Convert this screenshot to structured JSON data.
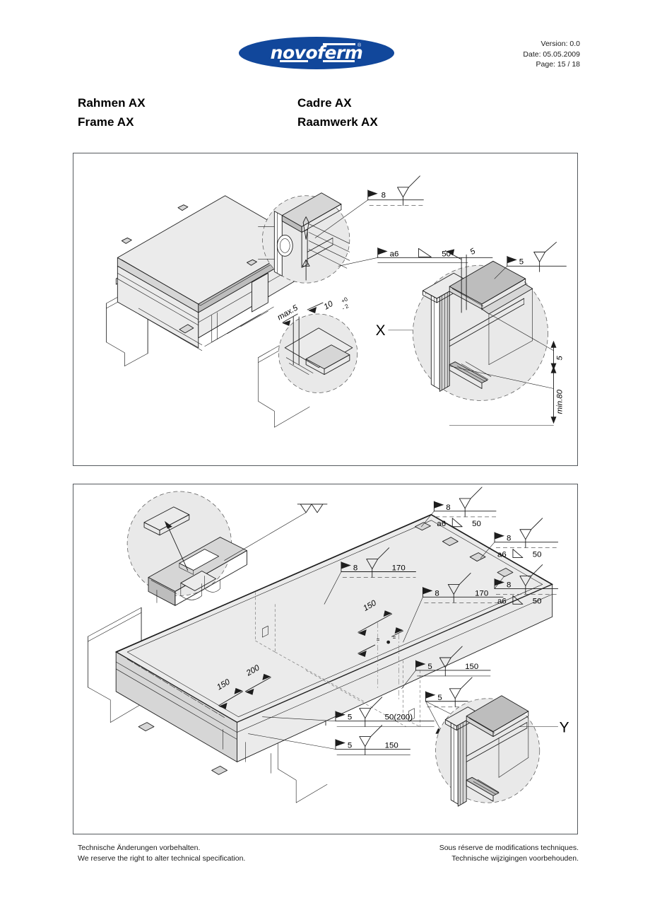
{
  "document": {
    "brand": "novoferm",
    "brand_registered_mark": "®",
    "brand_color": "#11479b"
  },
  "header": {
    "version_label": "Version: 0.0",
    "date_label": "Date: 05.05.2009",
    "page_label": "Page: 15 / 18"
  },
  "titles": {
    "de": "Rahmen AX",
    "en": "Frame AX",
    "fr": "Cadre AX",
    "nl": "Raamwerk AX"
  },
  "footer": {
    "de": "Technische Änderungen vorbehalten.",
    "en": "We reserve the right to alter technical specification.",
    "fr": "Sous réserve de modifications techniques.",
    "nl": "Technische wijzigingen voorbehouden."
  },
  "panel_top": {
    "detail_marker": "X",
    "callouts": {
      "weld_top": "8",
      "weld_a6": "a6",
      "weld_a6_pitch": "50",
      "edge_gap": "5",
      "weld_right": "5",
      "dim_right_5": "5",
      "dim_min80": "min.80",
      "dim_max5": "max.5",
      "dim_ten": "10",
      "tol_plus": "+0",
      "tol_minus": "- 2"
    }
  },
  "panel_bottom": {
    "detail_marker": "Y",
    "callouts": {
      "w1_size": "8",
      "w1_a6": "a6",
      "w1_pitch": "50",
      "w2_size": "8",
      "w2_pitch": "170",
      "w3_size": "8",
      "w3_a6": "a6",
      "w3_pitch": "50",
      "w4_size": "8",
      "w4_pitch": "170",
      "w5_size": "8",
      "w5_a6": "a6",
      "w5_pitch": "50",
      "w6_size": "5",
      "w6_pitch": "150",
      "w7_size": "5",
      "w7_pitch": "50(200)",
      "w8_size": "5",
      "w8_pitch": "150",
      "w9_size": "5",
      "dim_150": "150",
      "dim_150b": "150",
      "dim_200": "200"
    }
  }
}
